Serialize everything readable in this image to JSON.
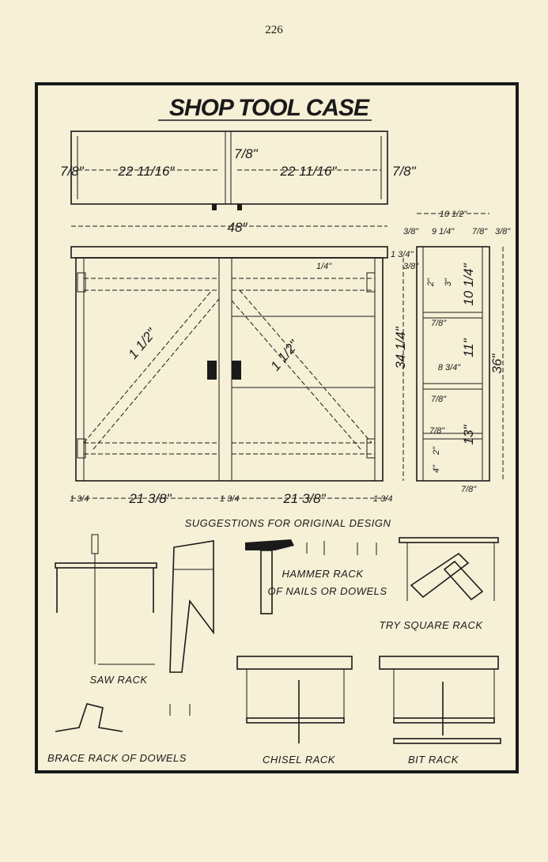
{
  "page_number": "226",
  "title": "SHOP TOOL CASE",
  "top_view": {
    "left_edge": "7/8\"",
    "left_span": "22 11/16\"",
    "center": "7/8\"",
    "right_span": "22 11/16\"",
    "right_edge": "7/8\""
  },
  "overall_width": "48\"",
  "front_view": {
    "top_rail": "1/4\"",
    "brace_left": "1 1/2\"",
    "brace_right": "1 1/2\"",
    "height": "34 1/4\"",
    "top_thickness": "1 3/4\""
  },
  "bottom_dims": {
    "left_stile": "1 3/4",
    "left_span": "21 3/8\"",
    "center_stile": "1 3/4",
    "right_span": "21 3/8\"",
    "right_stile": "1 3/4"
  },
  "side_view": {
    "top_width": "10 1/2\"",
    "inner_width": "9 1/4\"",
    "left_edge": "3/8\"",
    "right_thickness": "7/8\"",
    "right_edge": "3/8\"",
    "top_gap": "3/8\"",
    "shelf1_a": "2\"",
    "shelf1_b": "3\"",
    "upper": "10 1/4\"",
    "shelf_t1": "7/8\"",
    "mid": "11\"",
    "depth": "8 3/4\"",
    "shelf_t2": "7/8\"",
    "lower": "13\"",
    "shelf_t3": "7/8\"",
    "bottom_a": "2\"",
    "bottom_b": "4\"",
    "overall": "36\"",
    "foot": "7/8\""
  },
  "suggestions_caption": "SUGGESTIONS FOR ORIGINAL DESIGN",
  "captions": {
    "hammer": "HAMMER RACK",
    "nails": "OF NAILS OR DOWELS",
    "try_square": "TRY SQUARE RACK",
    "saw": "SAW RACK",
    "brace": "BRACE RACK OF DOWELS",
    "chisel": "CHISEL RACK",
    "bit": "BIT RACK"
  }
}
